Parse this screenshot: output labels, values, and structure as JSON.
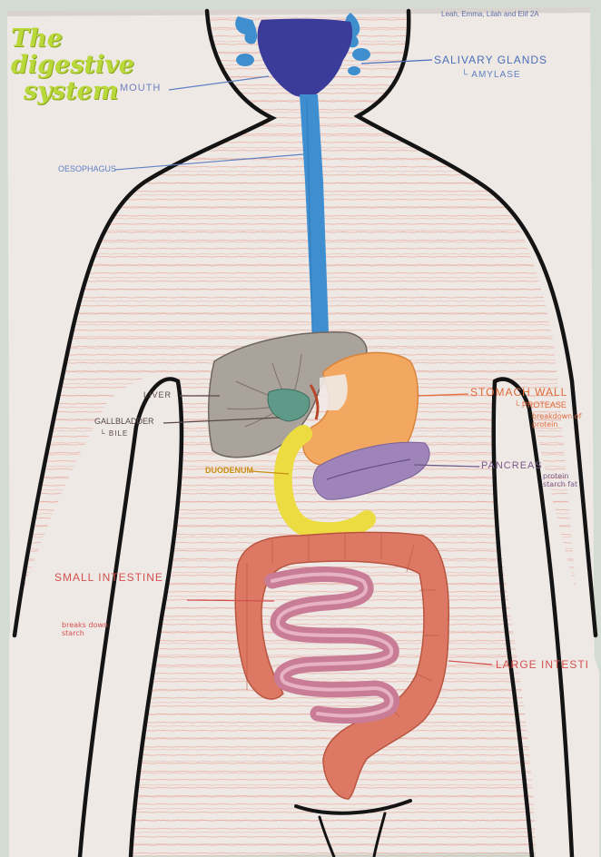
{
  "poster": {
    "title_line1": "The digestive",
    "title_line2": "system",
    "authors": "Leah, Emma, Lilah and Elif 2A"
  },
  "labels": {
    "mouth": "MOUTH",
    "salivary_glands": "SALIVARY GLANDS",
    "salivary_enzyme": "└ AMYLASE",
    "oesophagus": "OESOPHAGUS",
    "liver": "LIVER",
    "gallbladder": "GALLBLADDER",
    "bile": "└ BILE",
    "stomach_wall": "STOMACH WALL",
    "stomach_enzyme": "└ PROTEASE",
    "stomach_note": "breakdown of protein",
    "duodenum": "DUODENUM",
    "pancreas": "PANCREAS",
    "pancreas_note": "protein starch fat",
    "small_intestine": "SMALL INTESTINE",
    "small_intestine_note": "breaks down starch",
    "large_intestine": "LARGE INTESTI"
  },
  "colors": {
    "paper": "#efe9e6",
    "outline": "#141414",
    "shading": "#e79a8a",
    "mouth": "#3b3c9a",
    "glands": "#3f8fcf",
    "oesophagus": "#3f8fd0",
    "liver": "#a9a39c",
    "gallbladder": "#5f9a88",
    "stomach": "#f2a860",
    "duodenum": "#ecdc42",
    "pancreas": "#9e84b8",
    "small_intestine": "#c97c95",
    "large_intestine": "#dc7864",
    "title": "#b9d93a",
    "label_blue": "#5f80c2",
    "label_orange": "#e06a3a",
    "label_red": "#d3504f",
    "label_dark": "#5a4a4a",
    "label_yellow": "#c98f12"
  }
}
